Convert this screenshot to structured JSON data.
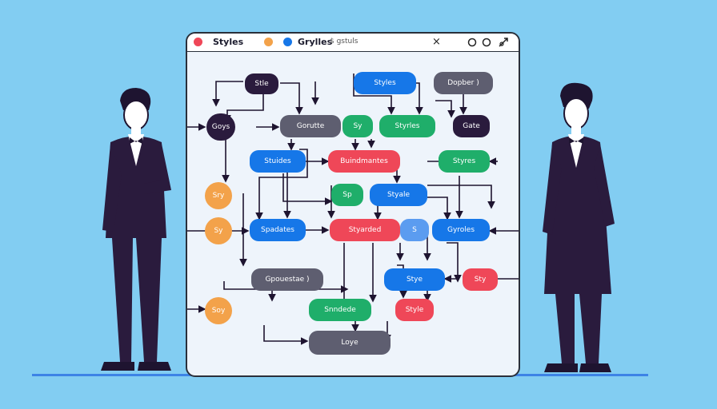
{
  "window": {
    "title": "Styles",
    "tab_label": "Grylles",
    "tab_subtitle": "$ gstuls",
    "close_symbol": "×"
  },
  "diagram": {
    "nodes": [
      {
        "id": "n1",
        "label": "Stle",
        "color": "#2a1b3d"
      },
      {
        "id": "n2",
        "label": "Styles",
        "color": "#1677e8"
      },
      {
        "id": "n3",
        "label": "Dopber )",
        "color": "#5e5e70"
      },
      {
        "id": "n4",
        "label": "Goys",
        "color": "#2a1b3d"
      },
      {
        "id": "n5",
        "label": "Gorutte",
        "color": "#5e5e70"
      },
      {
        "id": "n6",
        "label": "Sy",
        "color": "#1fae6a"
      },
      {
        "id": "n7",
        "label": "Styrles",
        "color": "#1fae6a"
      },
      {
        "id": "n8",
        "label": "Gate",
        "color": "#2a1b3d"
      },
      {
        "id": "n9",
        "label": "Stuides",
        "color": "#1677e8"
      },
      {
        "id": "n10",
        "label": "Buindmantes",
        "color": "#ef4758"
      },
      {
        "id": "n11",
        "label": "Styres",
        "color": "#1fae6a"
      },
      {
        "id": "n12",
        "label": "Sry",
        "color": "#f3a24a"
      },
      {
        "id": "n13",
        "label": "Sp",
        "color": "#1fae6a"
      },
      {
        "id": "n14",
        "label": "Styale",
        "color": "#1677e8"
      },
      {
        "id": "n15",
        "label": "Sy",
        "color": "#f3a24a"
      },
      {
        "id": "n16",
        "label": "Spadates",
        "color": "#1677e8"
      },
      {
        "id": "n17",
        "label": "Styarded",
        "color": "#ef4758"
      },
      {
        "id": "n18",
        "label": "S",
        "color": "#5b9cf0"
      },
      {
        "id": "n19",
        "label": "Gyroles",
        "color": "#1677e8"
      },
      {
        "id": "n20",
        "label": "Gpouestae )",
        "color": "#5e5e70"
      },
      {
        "id": "n21",
        "label": "Stye",
        "color": "#1677e8"
      },
      {
        "id": "n22",
        "label": "Sty",
        "color": "#ef4758"
      },
      {
        "id": "n23",
        "label": "Soy",
        "color": "#f3a24a"
      },
      {
        "id": "n24",
        "label": "Snndede",
        "color": "#1fae6a"
      },
      {
        "id": "n25",
        "label": "Style",
        "color": "#ef4758"
      },
      {
        "id": "n26",
        "label": "Loye",
        "color": "#5e5e70"
      }
    ]
  }
}
